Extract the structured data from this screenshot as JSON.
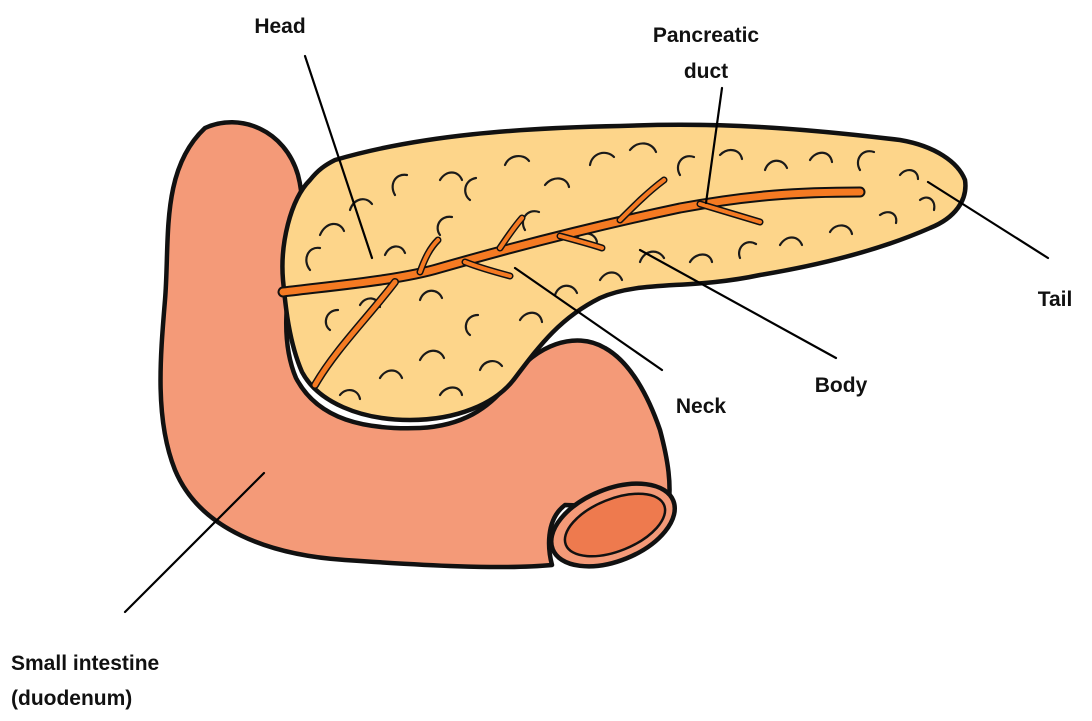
{
  "labels": {
    "head": "Head",
    "pancreatic_duct_line1": "Pancreatic",
    "pancreatic_duct_line2": "duct",
    "tail": "Tail",
    "body": "Body",
    "neck": "Neck",
    "small_intestine_line1": "Small intestine",
    "small_intestine_line2": "(duodenum)"
  },
  "colors": {
    "pancreas": "#FDD58A",
    "duct": "#F57A22",
    "intestine": "#F49A78",
    "intestine_lumen": "#EE7A4E",
    "outline": "#111111"
  }
}
